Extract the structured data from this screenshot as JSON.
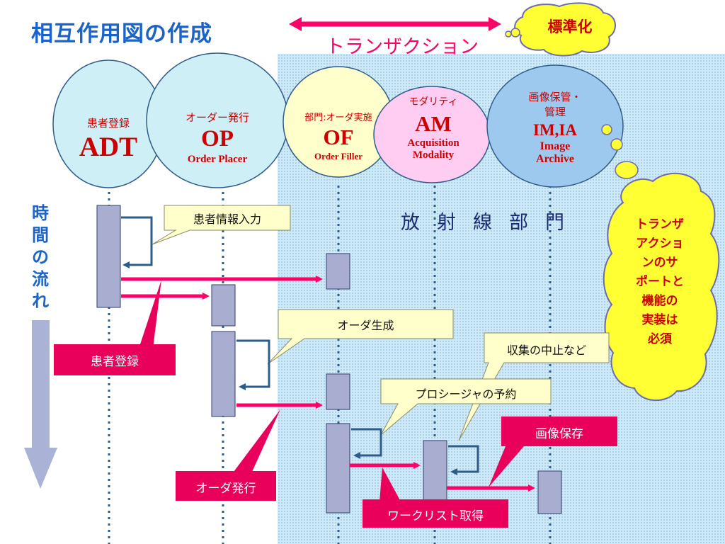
{
  "title": "相互作用図の作成",
  "transaction_label": "トランザクション",
  "standardization_label": "標準化",
  "department_label": "放射線部門",
  "time_flow_label": [
    "時",
    "間",
    "の",
    "流",
    "れ"
  ],
  "actors": {
    "adt": {
      "jp": "患者登録",
      "abbr": "ADT",
      "en": ""
    },
    "op": {
      "jp": "オーダー発行",
      "abbr": "OP",
      "en": "Order Placer"
    },
    "of": {
      "jp": "部門:オーダ実施",
      "abbr": "OF",
      "en": "Order Filler"
    },
    "am": {
      "jp": "モダリティ",
      "abbr": "AM",
      "en1": "Acquisition",
      "en2": "Modality"
    },
    "imia": {
      "jp1": "画像保管・",
      "jp2": "管理",
      "abbr": "IM,IA",
      "en1": "Image",
      "en2": "Archive"
    }
  },
  "callouts": {
    "patient_info_input": "患者情報入力",
    "order_generation": "オーダ生成",
    "stop_collection": "収集の中止など",
    "procedure_reservation": "プロシージャの予約"
  },
  "transactions": {
    "patient_registration": "患者登録",
    "order_issue": "オーダ発行",
    "worklist_acquisition": "ワークリスト取得",
    "image_storage": "画像保存"
  },
  "transaction_support_note": [
    "トランザ",
    "アクショ",
    "ンのサ",
    "ポートと",
    "機能の",
    "実装は",
    "必須"
  ],
  "colors": {
    "title": "#1b62c9",
    "transaction": "#ff0066",
    "actor_text": "#cc0000",
    "activation": "#a9aed0",
    "cloud": "#ffff33"
  }
}
